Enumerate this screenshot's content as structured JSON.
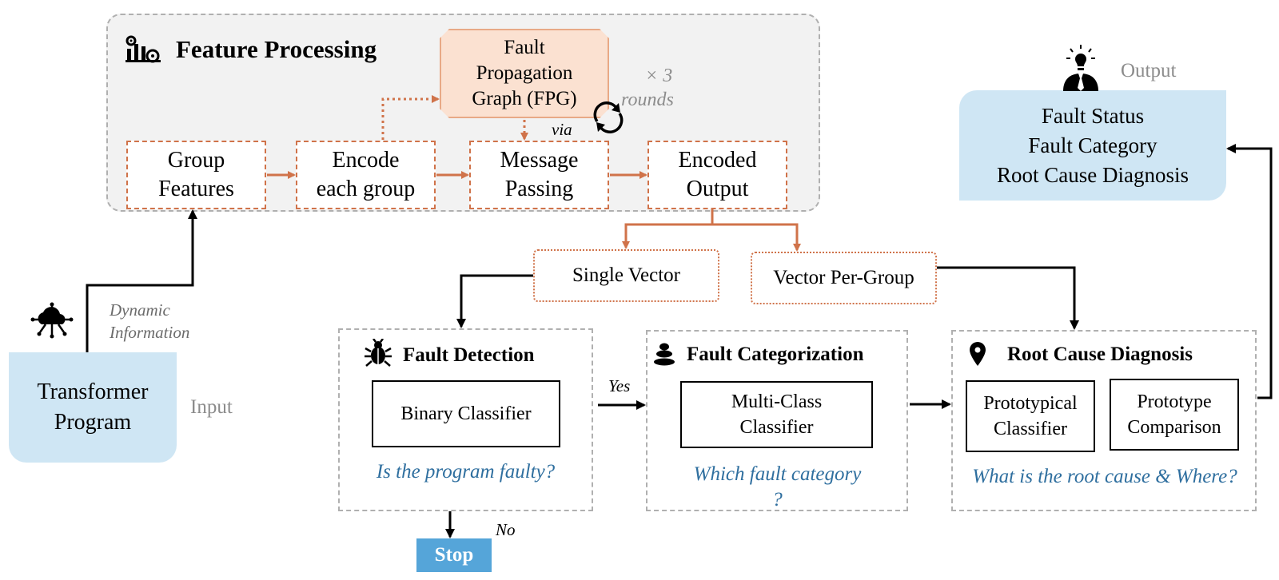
{
  "feature_processing": {
    "title": "Feature Processing",
    "fpg": {
      "line1": "Fault",
      "line2": "Propagation",
      "line3": "Graph (FPG)"
    },
    "rounds": {
      "times": "× 3",
      "label": "rounds"
    },
    "via": "via",
    "steps": [
      {
        "line1": "Group",
        "line2": "Features"
      },
      {
        "line1": "Encode",
        "line2": "each group"
      },
      {
        "line1": "Message",
        "line2": "Passing"
      },
      {
        "line1": "Encoded",
        "line2": "Output"
      }
    ]
  },
  "outputs": {
    "single_vector": "Single Vector",
    "vector_per_group": "Vector Per-Group"
  },
  "input": {
    "line1": "Transformer",
    "line2": "Program",
    "label": "Input",
    "dynamic_line1": "Dynamic",
    "dynamic_line2": "Information"
  },
  "fault_detection": {
    "title": "Fault Detection",
    "classifier": "Binary Classifier",
    "question": "Is the program faulty?"
  },
  "fault_categorization": {
    "title": "Fault Categorization",
    "classifier_line1": "Multi-Class",
    "classifier_line2": "Classifier",
    "question_line1": "Which fault category",
    "question_line2": "?"
  },
  "root_cause": {
    "title": "Root Cause Diagnosis",
    "classifier_line1": "Prototypical",
    "classifier_line2": "Classifier",
    "comparison_line1": "Prototype",
    "comparison_line2": "Comparison",
    "question": "What is the root cause & Where?"
  },
  "edges": {
    "yes": "Yes",
    "no": "No",
    "stop": "Stop"
  },
  "output": {
    "label": "Output",
    "line1": "Fault Status",
    "line2": "Fault Category",
    "line3": "Root Cause Diagnosis"
  },
  "colors": {
    "orange": "#d0734a",
    "blue_fill": "#cfe6f4",
    "question_blue": "#2f6f9f",
    "stop_blue": "#55a5d9"
  }
}
